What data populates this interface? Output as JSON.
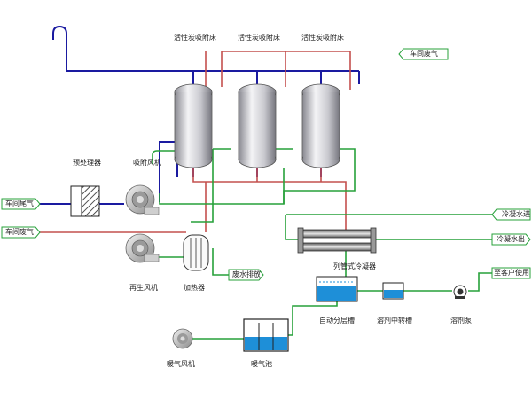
{
  "labels": {
    "adsorber_1": "活性炭吸附床",
    "adsorber_2": "活性炭吸附床",
    "adsorber_3": "活性炭吸附床",
    "pretreatment": "预处理器",
    "adsorption_fan": "吸附风机",
    "regeneration_fan": "再生风机",
    "heater": "加热器",
    "condenser": "列管式冷凝器",
    "auto_separator": "自动分层槽",
    "solvent_tank": "溶剂中转槽",
    "solvent_pump": "溶剂泵",
    "heating_fan": "暖气风机",
    "heating_pool": "暖气池"
  },
  "tags": {
    "workshop_air_top": "车间废气",
    "workshop_exhaust": "车间尾气",
    "workshop_air_left": "车间废气",
    "cooling_in": "冷凝水进",
    "cooling_out": "冷凝水出",
    "wastewater": "废水排放",
    "to_customer": "至客户使用"
  },
  "colors": {
    "blue_line": "#1a1aa0",
    "red_line": "#c4504e",
    "green_line": "#27a13a",
    "vessel": "#c7c7cc",
    "water": "#1e8fd8"
  }
}
